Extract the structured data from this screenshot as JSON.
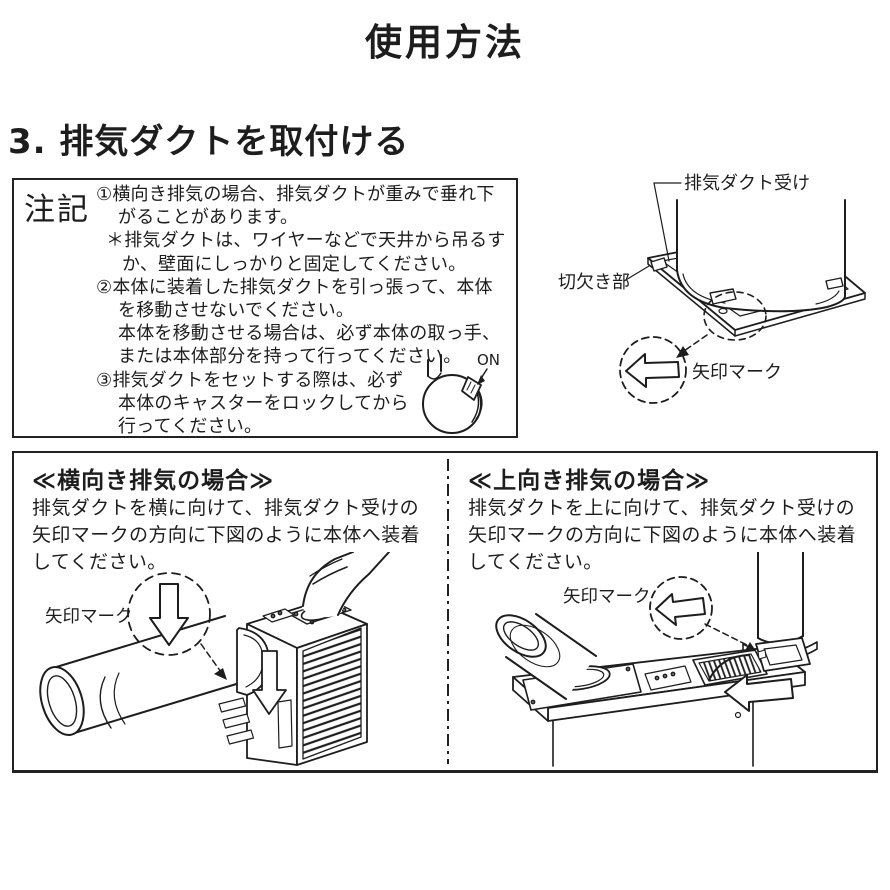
{
  "page": {
    "title": "使用方法",
    "section_heading": "3. 排気ダクトを取付ける"
  },
  "colors": {
    "ink": "#1d1d1d",
    "background": "#ffffff"
  },
  "note_box": {
    "label": "注記",
    "lines": [
      "①横向き排気の場合、排気ダクトが重みで垂れ下",
      "がることがあります。",
      "＊排気ダクトは、ワイヤーなどで天井から吊るす",
      "か、壁面にしっかりと固定してください。",
      "②本体に装着した排気ダクトを引っ張って、本体",
      "を移動させないでください。",
      "本体を移動させる場合は、必ず本体の取っ手、",
      "または本体部分を持って行ってください。",
      "③排気ダクトをセットする際は、必ず",
      "本体のキャスターをロックしてから",
      "行ってください。"
    ],
    "caster": {
      "on_label": "ON",
      "icon": "caster-wheel-lock-illustration"
    }
  },
  "receiver_diagram": {
    "receiver_label": "排気ダクト受け",
    "notch_label": "切欠き部",
    "arrow_mark_label": "矢印マーク",
    "icon": "duct-receiver-base-illustration"
  },
  "bottom_panels": {
    "horizontal": {
      "heading": "≪横向き排気の場合≫",
      "body_lines": [
        "排気ダクトを横に向けて、排気ダクト受けの",
        "矢印マークの方向に下図のように本体へ装着",
        "してください。"
      ],
      "arrow_mark_label": "矢印マーク",
      "icon": "unit-with-horizontal-duct-illustration"
    },
    "upward": {
      "heading": "≪上向き排気の場合≫",
      "body_lines": [
        "排気ダクトを上に向けて、排気ダクト受けの",
        "矢印マークの方向に下図のように本体へ装着",
        "してください。"
      ],
      "arrow_mark_label": "矢印マーク",
      "icon": "unit-with-upward-duct-illustration"
    }
  }
}
